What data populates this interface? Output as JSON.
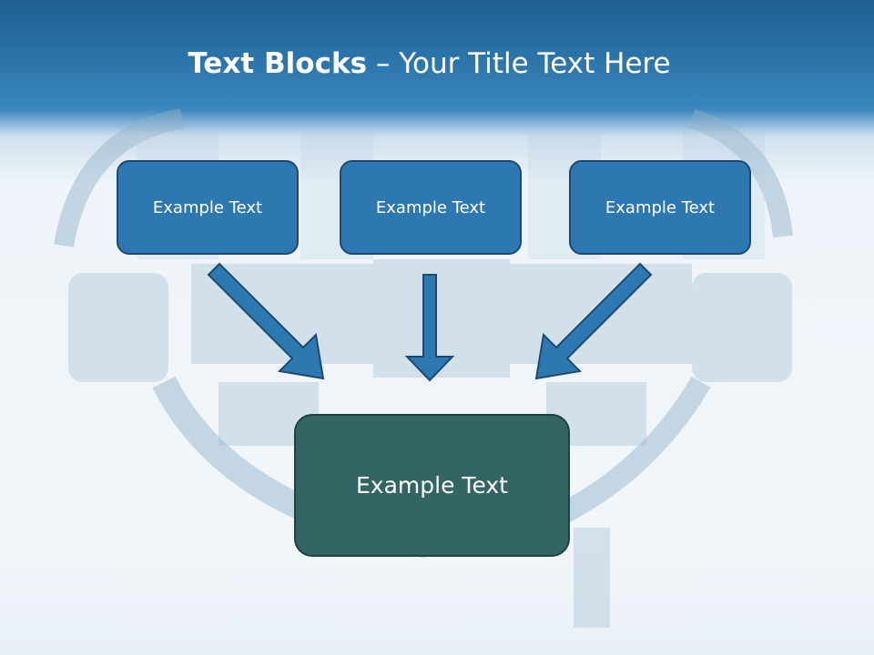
{
  "title": {
    "bold": "Text Blocks",
    "separator": " – ",
    "rest": "Your Title Text Here"
  },
  "boxes": [
    {
      "label": "Example Text"
    },
    {
      "label": "Example Text"
    },
    {
      "label": "Example Text"
    },
    {
      "label": "Example Text"
    }
  ],
  "colors": {
    "header": "#2a73a8",
    "small_box": "#2e78b2",
    "big_box": "#336565",
    "arrow": "#2e78b2"
  }
}
